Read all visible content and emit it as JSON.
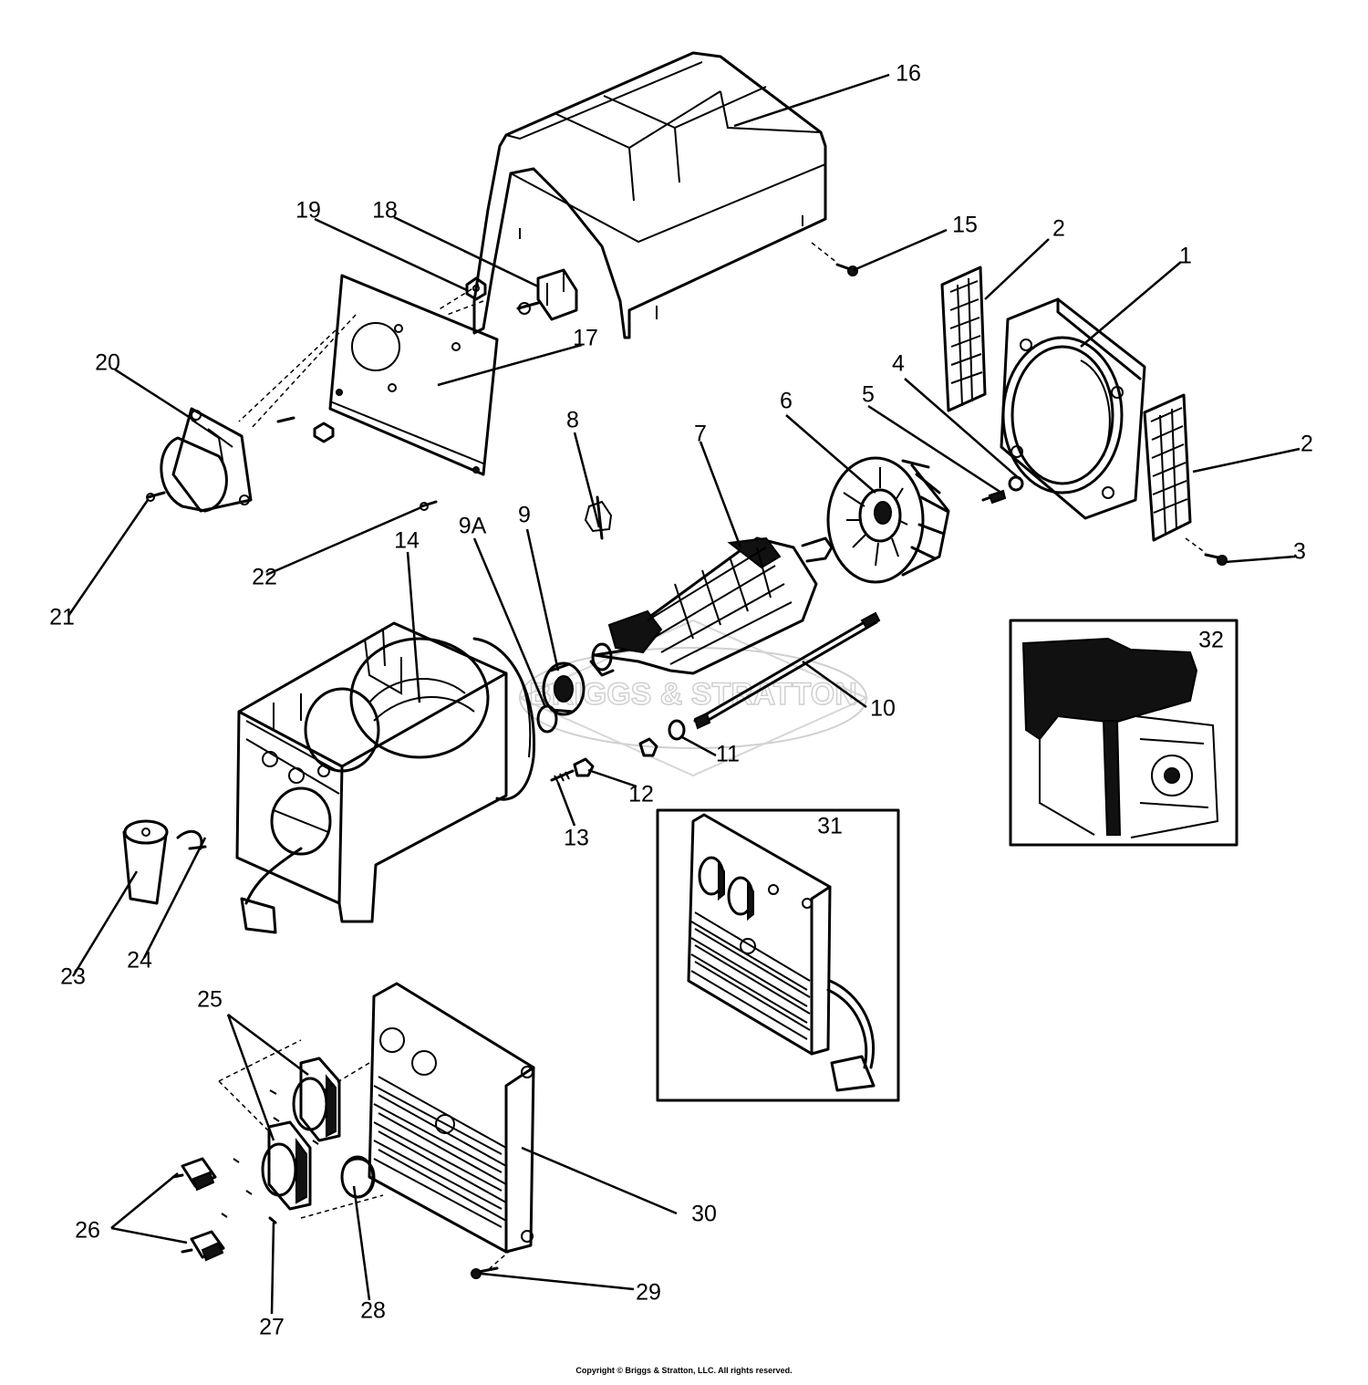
{
  "watermark": "BRIGGS & STRATTON",
  "copyright": "Copyright © Briggs & Stratton, LLC. All rights reserved.",
  "callouts": [
    {
      "id": "1",
      "label": "1"
    },
    {
      "id": "2a",
      "label": "2"
    },
    {
      "id": "2b",
      "label": "2"
    },
    {
      "id": "3",
      "label": "3"
    },
    {
      "id": "4",
      "label": "4"
    },
    {
      "id": "5",
      "label": "5"
    },
    {
      "id": "6",
      "label": "6"
    },
    {
      "id": "7",
      "label": "7"
    },
    {
      "id": "8",
      "label": "8"
    },
    {
      "id": "9",
      "label": "9"
    },
    {
      "id": "9A",
      "label": "9A"
    },
    {
      "id": "10",
      "label": "10"
    },
    {
      "id": "11",
      "label": "11"
    },
    {
      "id": "12",
      "label": "12"
    },
    {
      "id": "13",
      "label": "13"
    },
    {
      "id": "14",
      "label": "14"
    },
    {
      "id": "15",
      "label": "15"
    },
    {
      "id": "16",
      "label": "16"
    },
    {
      "id": "17",
      "label": "17"
    },
    {
      "id": "18",
      "label": "18"
    },
    {
      "id": "19",
      "label": "19"
    },
    {
      "id": "20",
      "label": "20"
    },
    {
      "id": "21",
      "label": "21"
    },
    {
      "id": "22",
      "label": "22"
    },
    {
      "id": "23",
      "label": "23"
    },
    {
      "id": "24",
      "label": "24"
    },
    {
      "id": "25",
      "label": "25"
    },
    {
      "id": "26",
      "label": "26"
    },
    {
      "id": "27",
      "label": "27"
    },
    {
      "id": "28",
      "label": "28"
    },
    {
      "id": "29",
      "label": "29"
    },
    {
      "id": "30",
      "label": "30"
    },
    {
      "id": "31",
      "label": "31"
    },
    {
      "id": "32",
      "label": "32"
    }
  ]
}
